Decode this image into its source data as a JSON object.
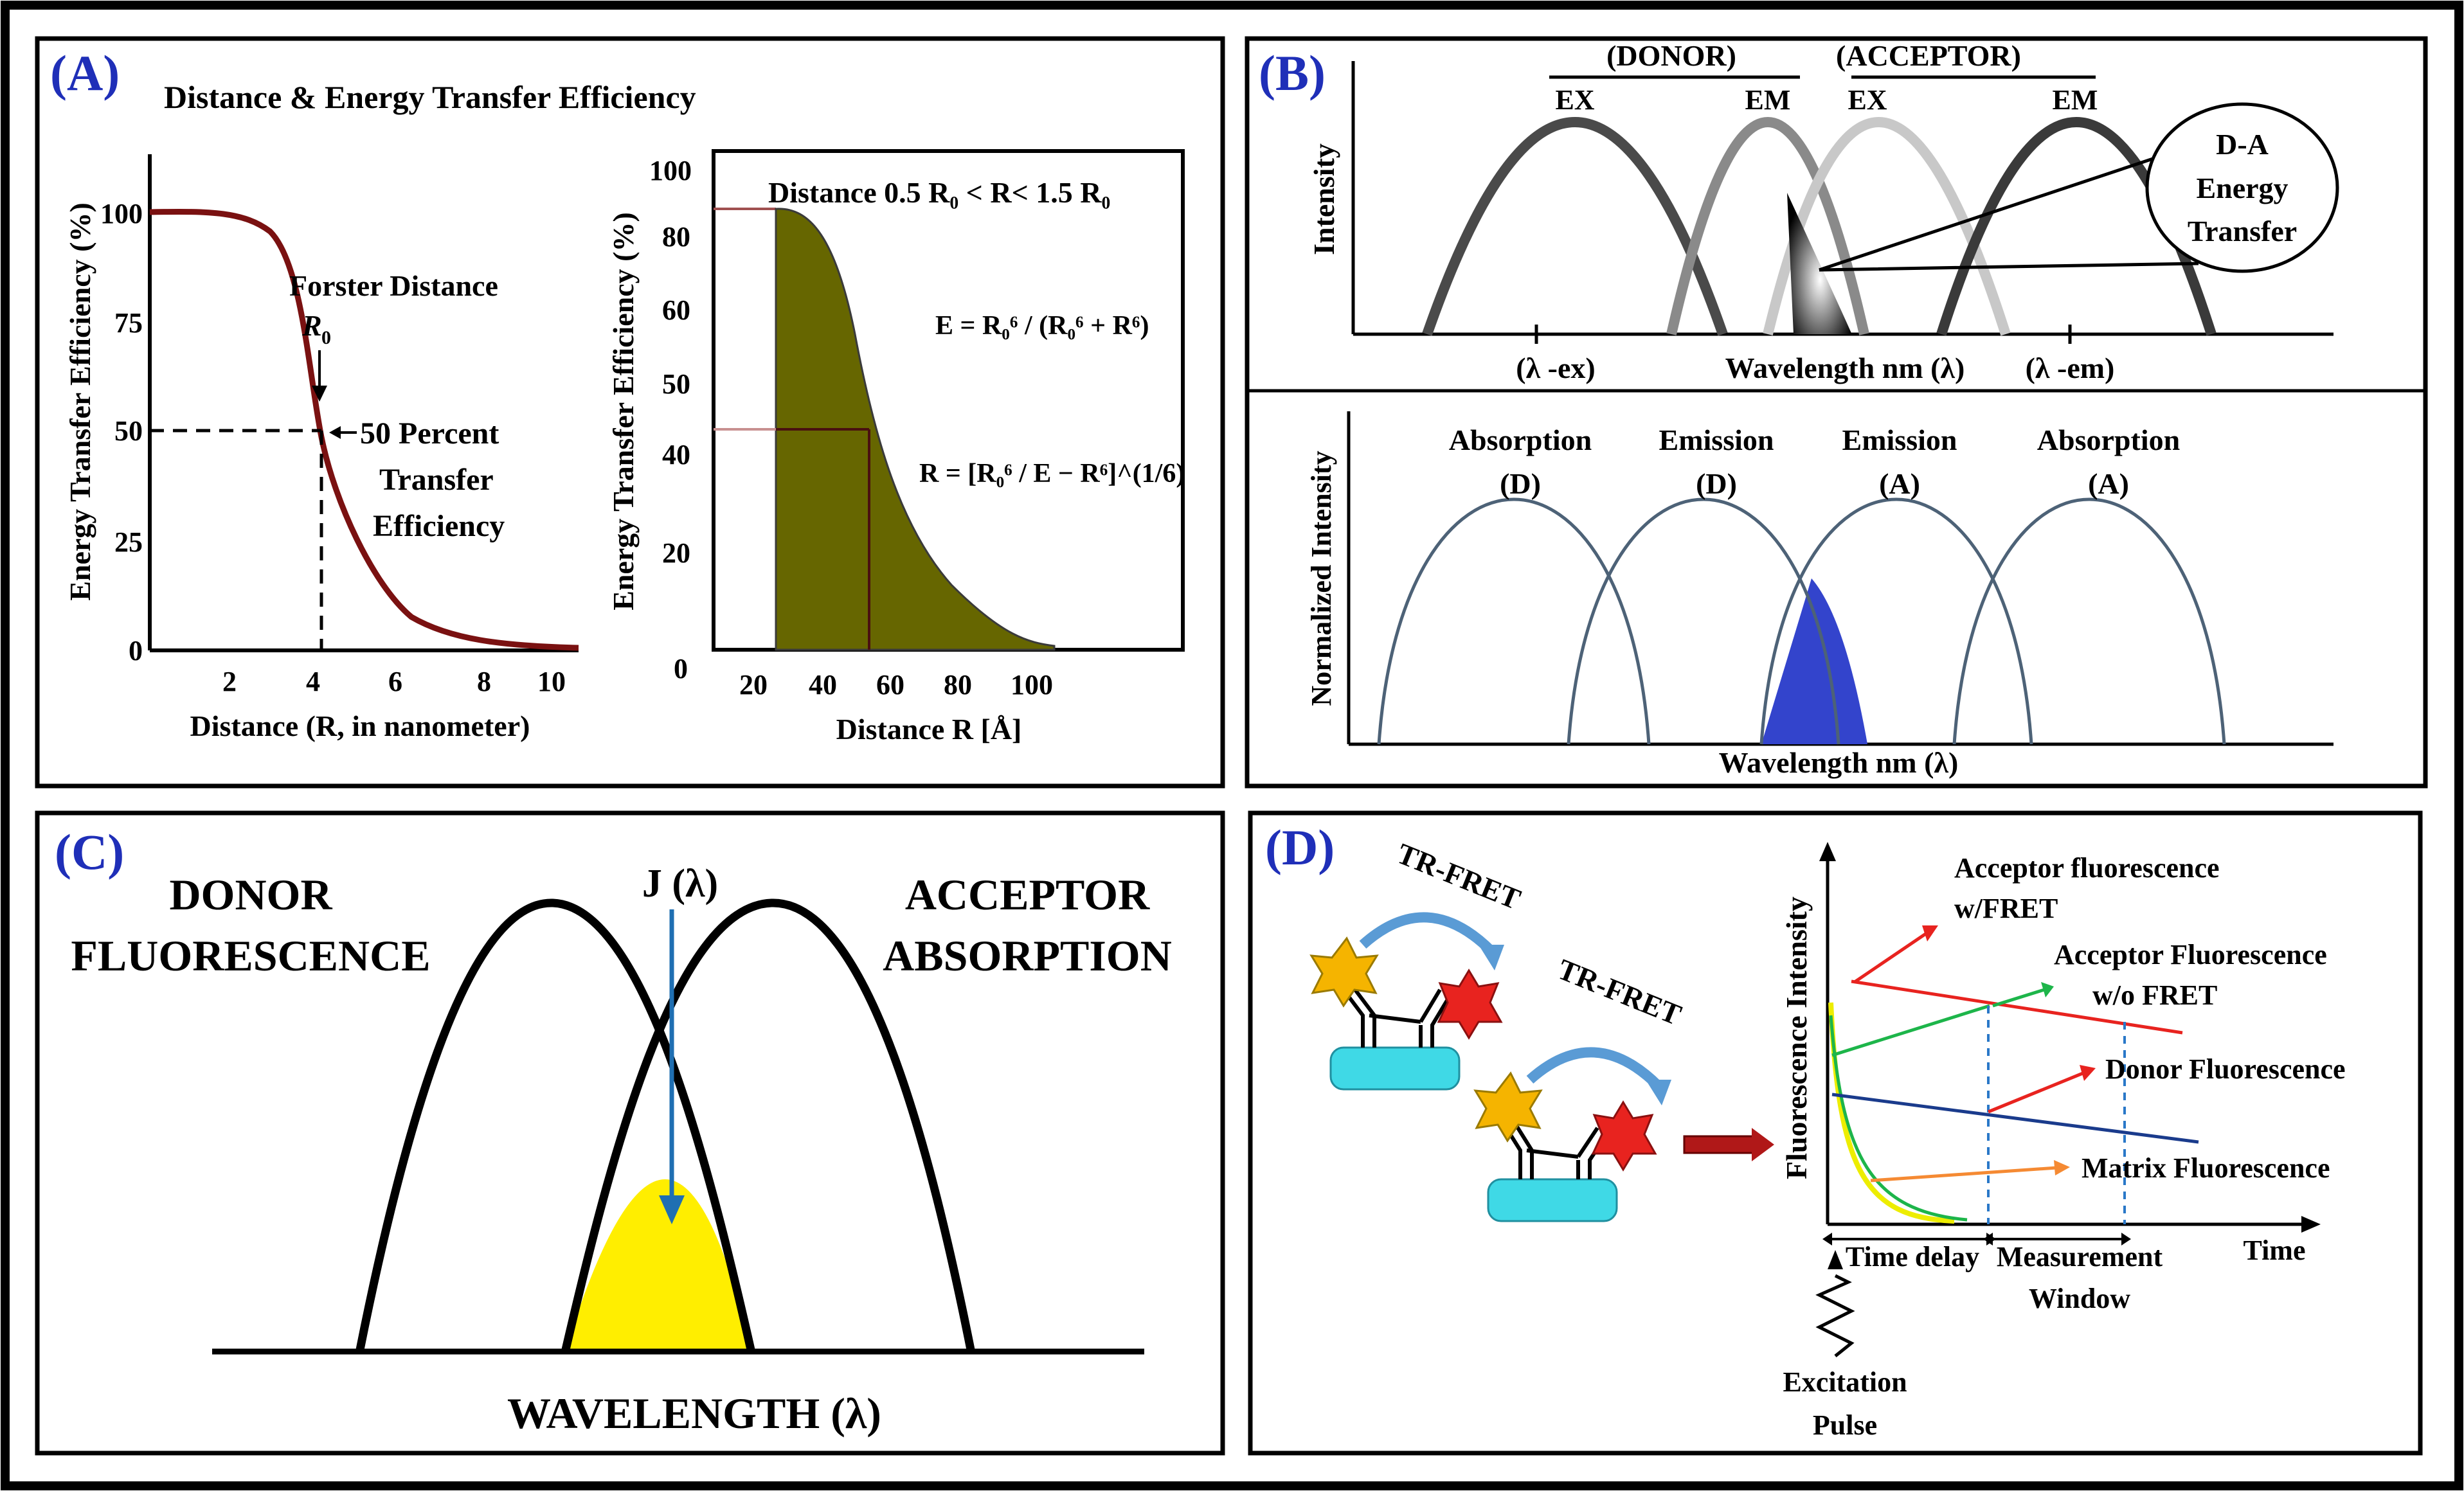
{
  "panel_a": {
    "letter": "(A)",
    "title": "Distance & Energy Transfer Efficiency",
    "left": {
      "ylabel": "Energy Transfer Efficiency (%)",
      "xlabel": "Distance (R, in nanometer)",
      "yticks": [
        "100",
        "75",
        "50",
        "25",
        "0"
      ],
      "xticks": [
        "2",
        "4",
        "6",
        "8",
        "10"
      ],
      "forster_1": "Forster Distance",
      "forster_r": "R",
      "forster_sub": "0",
      "percent_1": "50 Percent",
      "percent_2": "Transfer",
      "percent_3": "Efficiency"
    },
    "right": {
      "ylabel": "Energy Transfer Efficiency (%)",
      "xlabel": "Distance R [Å]",
      "yticks": [
        "100",
        "80",
        "60",
        "50",
        "40",
        "20",
        "0"
      ],
      "xticks": [
        "20",
        "40",
        "60",
        "80",
        "100"
      ],
      "range_text": "Distance 0.5 R₀ < R< 1.5 R₀",
      "eq1": "E = R₀⁶ / (R₀⁶ + R⁶)",
      "eq2": "R = [R₀⁶ / E − R⁶]^(1/6)"
    }
  },
  "panel_b": {
    "letter": "(B)",
    "donor": "(DONOR)",
    "acceptor": "(ACCEPTOR)",
    "ex1": "EX",
    "em1": "EM",
    "ex2": "EX",
    "em2": "EM",
    "ylabel": "Intensity",
    "callout_1": "D-A",
    "callout_2": "Energy",
    "callout_3": "Transfer",
    "x_ex": "(λ -ex)",
    "xlabel": "Wavelength nm (λ)",
    "x_em": "(λ -em)",
    "lower": {
      "ylabel": "Normalized Intensity",
      "xlabel": "Wavelength nm (λ)",
      "curves": [
        {
          "l1": "Absorption",
          "l2": "(D)"
        },
        {
          "l1": "Emission",
          "l2": "(D)"
        },
        {
          "l1": "Emission",
          "l2": "(A)"
        },
        {
          "l1": "Absorption",
          "l2": "(A)"
        }
      ]
    }
  },
  "panel_c": {
    "letter": "(C)",
    "donor_1": "DONOR",
    "donor_2": "FLUORESCENCE",
    "acceptor_1": "ACCEPTOR",
    "acceptor_2": "ABSORPTION",
    "j_label": "J (λ)",
    "xlabel": "WAVELENGTH (λ)"
  },
  "panel_d": {
    "letter": "(D)",
    "trfret_1": "TR-FRET",
    "trfret_2": "TR-FRET",
    "ylabel": "Fluorescence Intensity",
    "acc_fret_1": "Acceptor fluorescence",
    "acc_fret_2": "w/FRET",
    "acc_nofret_1": "Acceptor Fluorescence",
    "acc_nofret_2": "w/o FRET",
    "donor_fl": "Donor Fluorescence",
    "matrix_fl": "Matrix Fluorescence",
    "time_delay": "Time delay",
    "meas_1": "Measurement",
    "meas_2": "Window",
    "time": "Time",
    "exc_1": "Excitation",
    "exc_2": "Pulse"
  },
  "colors": {
    "tag_blue": "#1f2fb8",
    "sigmoid_red": "#7a1111",
    "olive_fill": "#666600",
    "overlap_blue": "#3344cc",
    "overlap_yellow": "#ffee00",
    "arc_stroke": "#4d6277",
    "arrow_blue": "#1f6fb2",
    "red": "#e8231f",
    "green": "#1db54a",
    "navy": "#1a3b8c",
    "orange": "#f58a33",
    "cyan": "#3fd9e6",
    "gold": "#f5b400"
  }
}
